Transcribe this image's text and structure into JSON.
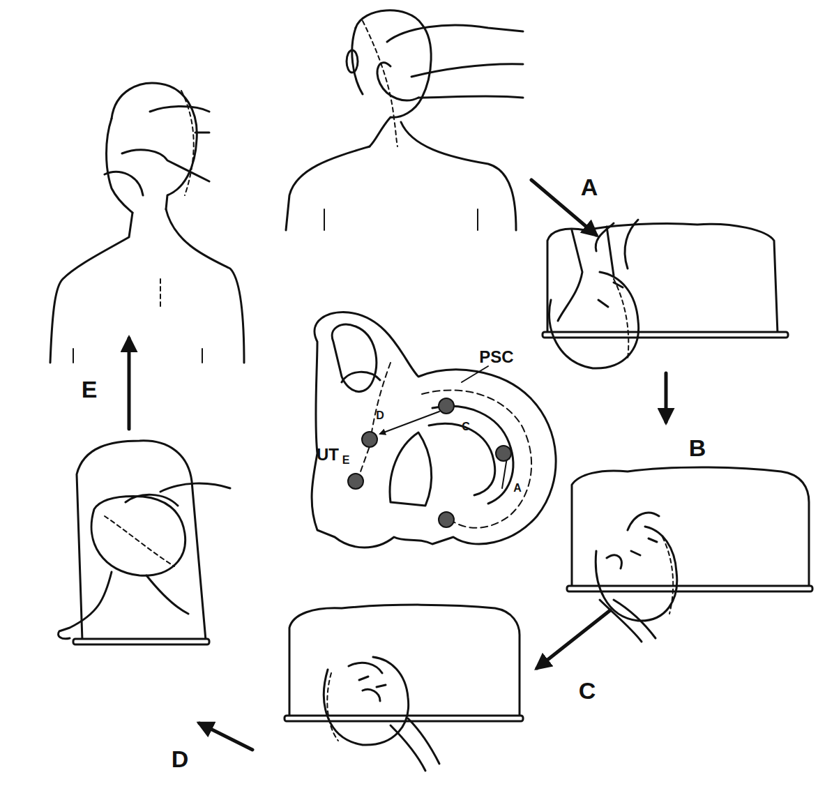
{
  "diagram": {
    "labels": [
      "A",
      "PSC",
      "D",
      "C",
      "B",
      "UT",
      "E",
      "A",
      "E",
      "C",
      "D"
    ]
  }
}
